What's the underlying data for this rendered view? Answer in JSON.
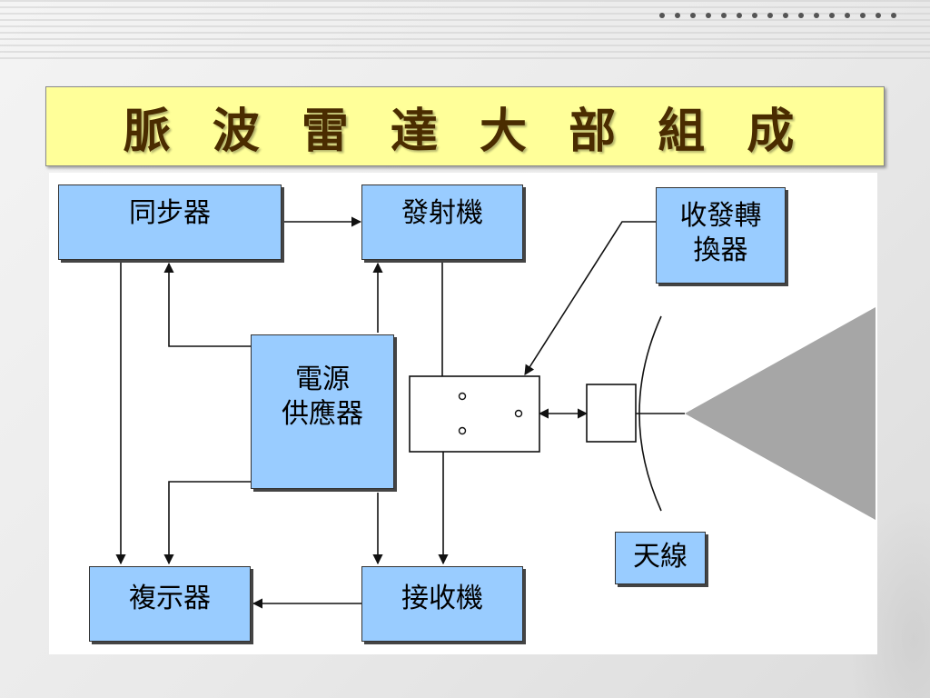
{
  "title": "脈 波 雷 達 大 部 組 成",
  "page_number": "",
  "diagram": {
    "synchronizer": "同步器",
    "transmitter": "發射機",
    "duplexer_line1": "收發轉",
    "duplexer_line2": "換器",
    "power_line1": "電源",
    "power_line2": "供應器",
    "display": "複示器",
    "receiver": "接收機",
    "antenna": "天線"
  },
  "colors": {
    "box_fill": "#99ccff",
    "title_fill": "#ffff99",
    "antenna_gray": "#a6a6a6"
  }
}
